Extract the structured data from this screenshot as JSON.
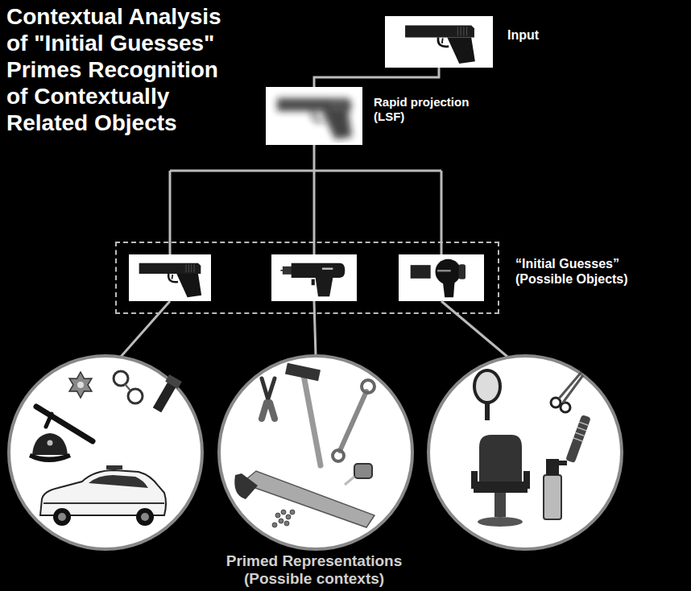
{
  "diagram": {
    "title": "Contextual Analysis of \"Initial Guesses\" Primes Recognition of Contextually Related Objects",
    "nodes": [
      {
        "text": [
          "Input"
        ]
      },
      {
        "text": [
          "Rapid projection (LSF)"
        ]
      },
      {
        "text": [
          "“Initial Guesses” (Possible Objects)"
        ]
      }
    ],
    "edges": [
      {
        "from": 0,
        "to": 1,
        "arrow": "none"
      },
      {
        "from": 1,
        "to": 2,
        "arrow": "none"
      }
    ],
    "labels": [
      "Primed Representations (Possible contexts)"
    ]
  }
}
